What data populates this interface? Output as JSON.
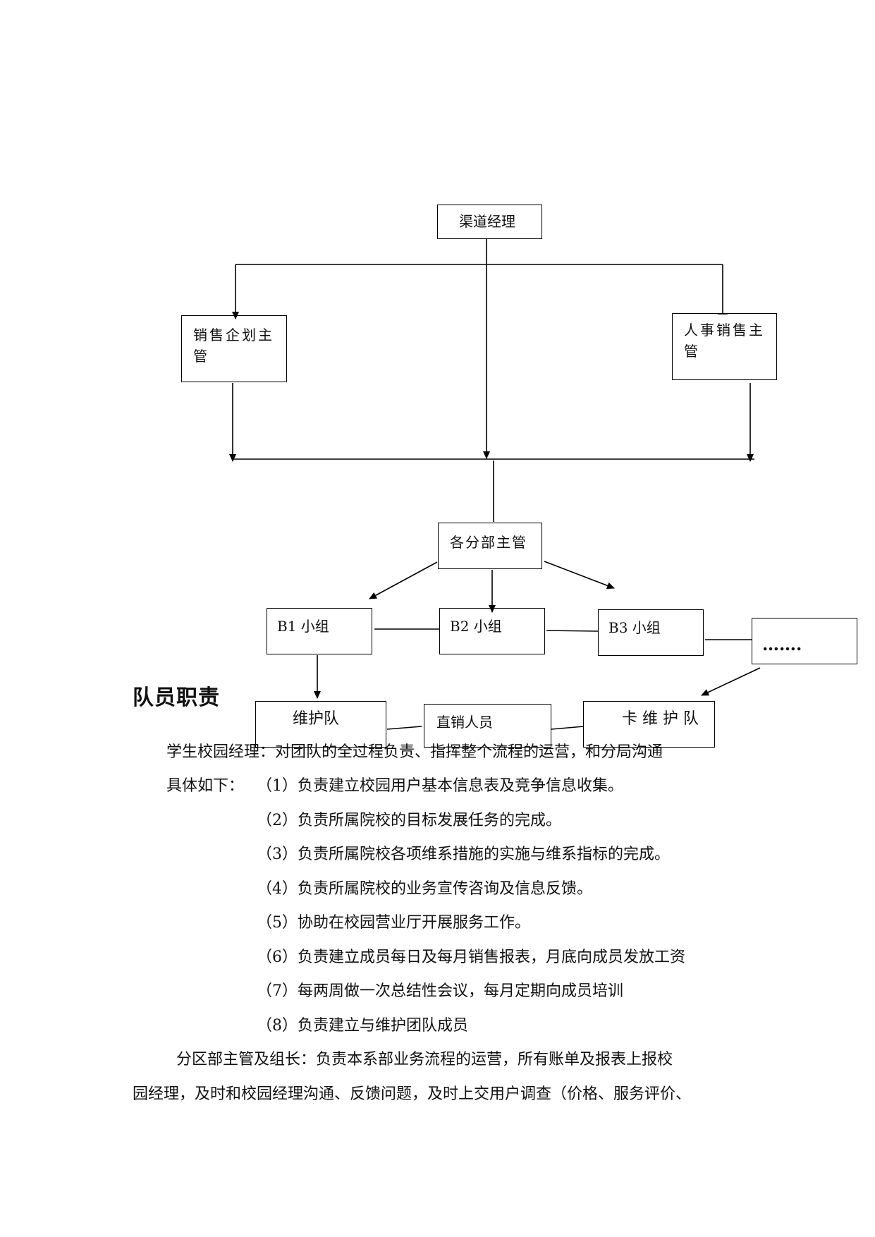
{
  "org_chart": {
    "channel_manager": "渠道经理",
    "sales_planning_supervisor": "销售企划主管",
    "hr_sales_supervisor": "人事销售主管",
    "branch_supervisors": "各分部主管",
    "group_b1": "B1 小组",
    "group_b2": "B2 小组",
    "group_b3": "B3 小组",
    "more": "…….",
    "maintenance_team": "维护队",
    "direct_sales": "直销人员",
    "card_maintenance_team": "卡 维 护 队"
  },
  "section": {
    "title": "队员职责",
    "manager_intro": "学生校园经理：对团队的全过程负责、指挥整个流程的运营，和分局沟通",
    "detail_lead": "具体如下：",
    "duties": [
      "（1）负责建立校园用户基本信息表及竞争信息收集。",
      "（2）负责所属院校的目标发展任务的完成。",
      "（3）负责所属院校各项维系措施的实施与维系指标的完成。",
      "（4）负责所属院校的业务宣传咨询及信息反馈。",
      "（5）协助在校园营业厅开展服务工作。",
      "（6）负责建立成员每日及每月销售报表，月底向成员发放工资",
      "（7）每两周做一次总结性会议，每月定期向成员培训",
      "（8）负责建立与维护团队成员"
    ],
    "branch_para_line1": "分区部主管及组长：负责本系部业务流程的运营，所有账单及报表上报校",
    "branch_para_line2": "园经理，及时和校园经理沟通、反馈问题，及时上交用户调查（价格、服务评价、"
  }
}
